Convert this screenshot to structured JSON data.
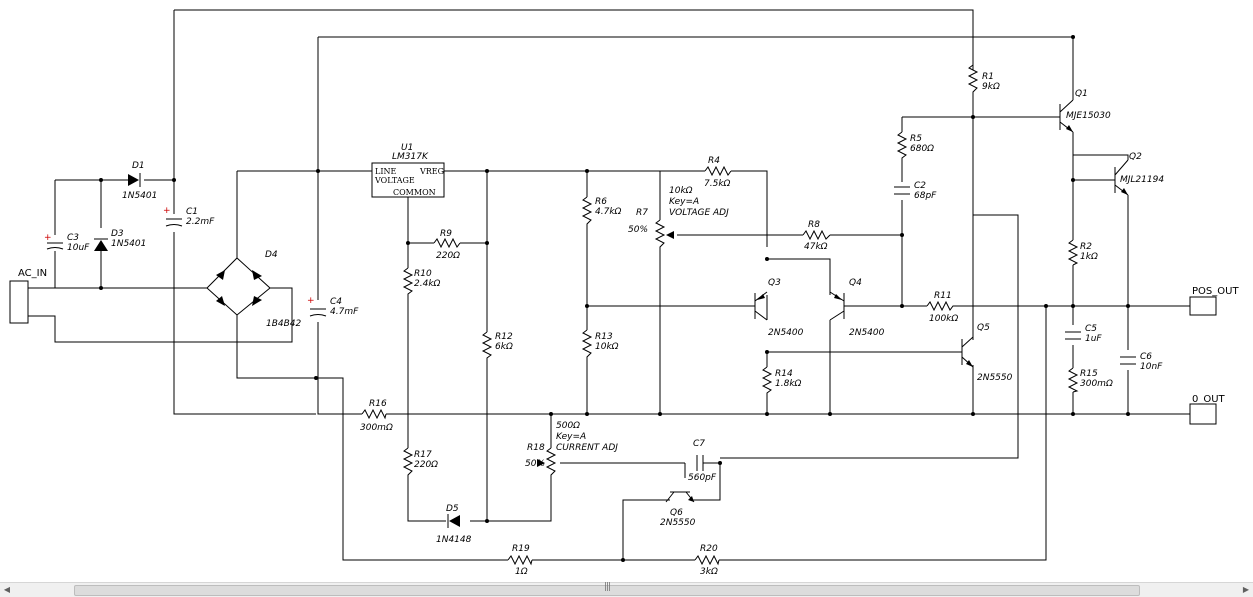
{
  "connectors": {
    "ac_in": "AC_IN",
    "pos_out": "POS_OUT",
    "zero_out": "0_OUT"
  },
  "components": {
    "D1": {
      "ref": "D1",
      "value": "1N5401"
    },
    "D3": {
      "ref": "D3",
      "value": "1N5401"
    },
    "C3": {
      "ref": "C3",
      "value": "10uF"
    },
    "C1": {
      "ref": "C1",
      "value": "2.2mF"
    },
    "D4": {
      "ref": "D4",
      "value": "1B4B42"
    },
    "C4": {
      "ref": "C4",
      "value": "4.7mF"
    },
    "U1": {
      "ref": "U1",
      "value": "LM317K",
      "pin_line": "LINE",
      "pin_voltage": "VOLTAGE",
      "pin_vreg": "VREG",
      "pin_common": "COMMON"
    },
    "R9": {
      "ref": "R9",
      "value": "220Ω"
    },
    "R10": {
      "ref": "R10",
      "value": "2.4kΩ"
    },
    "R12": {
      "ref": "R12",
      "value": "6kΩ"
    },
    "R6": {
      "ref": "R6",
      "value": "4.7kΩ"
    },
    "R13": {
      "ref": "R13",
      "value": "10kΩ"
    },
    "R7": {
      "ref": "R7",
      "value": "10kΩ",
      "key": "Key=A",
      "label": "VOLTAGE ADJ",
      "setting": "50%"
    },
    "R4": {
      "ref": "R4",
      "value": "7.5kΩ"
    },
    "R8": {
      "ref": "R8",
      "value": "47kΩ"
    },
    "R5": {
      "ref": "R5",
      "value": "680Ω"
    },
    "C2": {
      "ref": "C2",
      "value": "68pF"
    },
    "R1": {
      "ref": "R1",
      "value": "9kΩ"
    },
    "Q1": {
      "ref": "Q1",
      "value": "MJE15030"
    },
    "Q2": {
      "ref": "Q2",
      "value": "MJL21194"
    },
    "R2": {
      "ref": "R2",
      "value": "1kΩ"
    },
    "Q3": {
      "ref": "Q3",
      "value": "2N5400"
    },
    "Q4": {
      "ref": "Q4",
      "value": "2N5400"
    },
    "R11": {
      "ref": "R11",
      "value": "100kΩ"
    },
    "Q5": {
      "ref": "Q5",
      "value": "2N5550"
    },
    "R14": {
      "ref": "R14",
      "value": "1.8kΩ"
    },
    "C5": {
      "ref": "C5",
      "value": "1uF"
    },
    "R15": {
      "ref": "R15",
      "value": "300mΩ"
    },
    "C6": {
      "ref": "C6",
      "value": "10nF"
    },
    "R16": {
      "ref": "R16",
      "value": "300mΩ"
    },
    "R17": {
      "ref": "R17",
      "value": "220Ω"
    },
    "R18": {
      "ref": "R18",
      "value": "500Ω",
      "key": "Key=A",
      "label": "CURRENT ADJ",
      "setting": "50%"
    },
    "C7": {
      "ref": "C7",
      "value": "560pF"
    },
    "Q6": {
      "ref": "Q6",
      "value": "2N5550"
    },
    "D5": {
      "ref": "D5",
      "value": "1N4148"
    },
    "R19": {
      "ref": "R19",
      "value": "1Ω"
    },
    "R20": {
      "ref": "R20",
      "value": "3kΩ"
    }
  },
  "scrollbar": {
    "left_arrow": "◀",
    "right_arrow": "▶",
    "grip": "|||"
  }
}
